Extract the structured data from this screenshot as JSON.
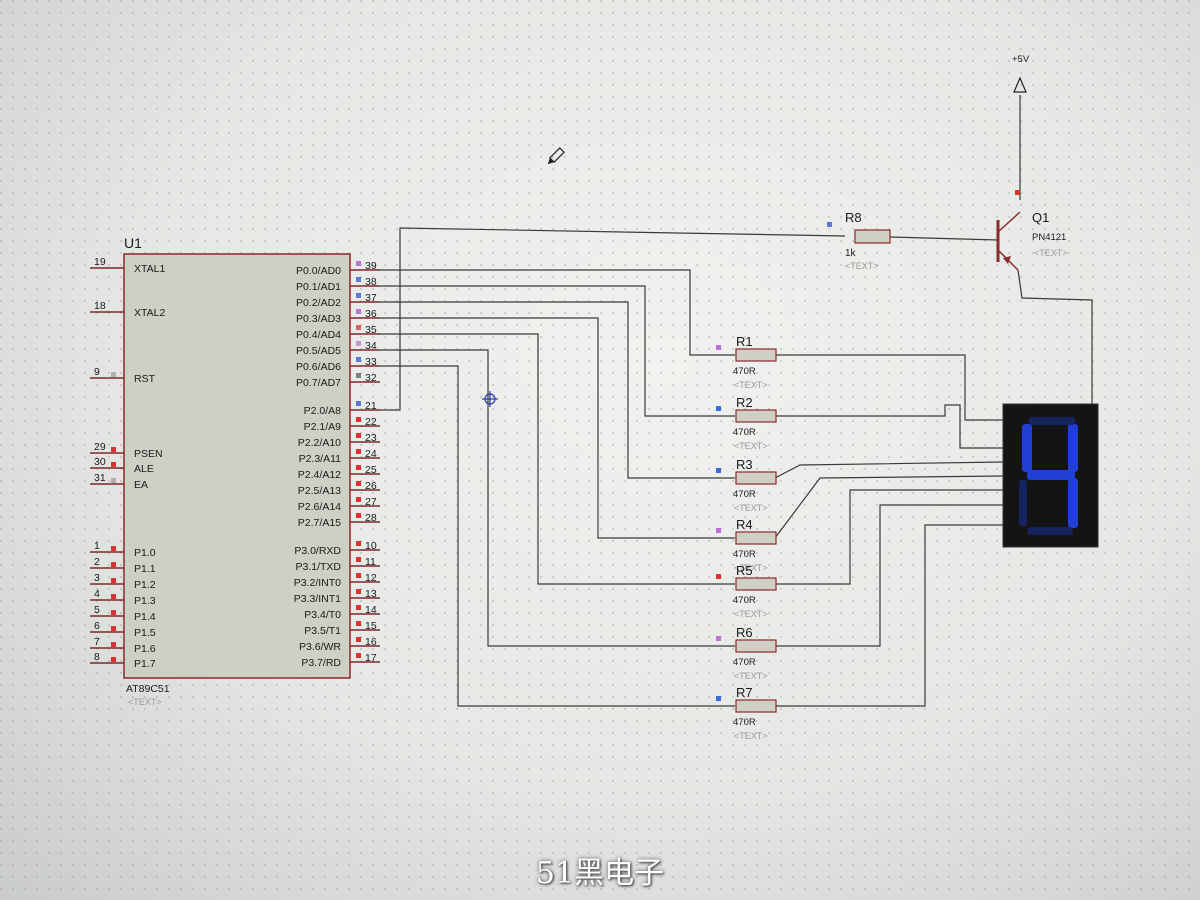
{
  "u1": {
    "ref": "U1",
    "part": "AT89C51",
    "text": "<TEXT>",
    "left_pins": [
      {
        "num": "19",
        "name": "XTAL1",
        "marker": ""
      },
      {
        "num": "18",
        "name": "XTAL2",
        "marker": ""
      },
      {
        "num": "9",
        "name": "RST",
        "marker": "#b0b0b0"
      },
      {
        "num": "29",
        "name": "PSEN",
        "marker": "#e03030"
      },
      {
        "num": "30",
        "name": "ALE",
        "marker": "#e03030"
      },
      {
        "num": "31",
        "name": "EA",
        "marker": "#b0b0b0"
      },
      {
        "num": "1",
        "name": "P1.0",
        "marker": "#e03030"
      },
      {
        "num": "2",
        "name": "P1.1",
        "marker": "#e03030"
      },
      {
        "num": "3",
        "name": "P1.2",
        "marker": "#e03030"
      },
      {
        "num": "4",
        "name": "P1.3",
        "marker": "#e03030"
      },
      {
        "num": "5",
        "name": "P1.4",
        "marker": "#e03030"
      },
      {
        "num": "6",
        "name": "P1.5",
        "marker": "#e03030"
      },
      {
        "num": "7",
        "name": "P1.6",
        "marker": "#e03030"
      },
      {
        "num": "8",
        "name": "P1.7",
        "marker": "#e03030"
      }
    ],
    "right_pins": [
      {
        "num": "39",
        "name": "P0.0/AD0",
        "marker": "#c070d8"
      },
      {
        "num": "38",
        "name": "P0.1/AD1",
        "marker": "#5a7ad8"
      },
      {
        "num": "37",
        "name": "P0.2/AD2",
        "marker": "#5a7ad8"
      },
      {
        "num": "36",
        "name": "P0.3/AD3",
        "marker": "#c070d8"
      },
      {
        "num": "35",
        "name": "P0.4/AD4",
        "marker": "#e06060"
      },
      {
        "num": "34",
        "name": "P0.5/AD5",
        "marker": "#d090d8"
      },
      {
        "num": "33",
        "name": "P0.6/AD6",
        "marker": "#5a7ad8"
      },
      {
        "num": "32",
        "name": "P0.7/AD7",
        "marker": "#808080"
      },
      {
        "num": "21",
        "name": "P2.0/A8",
        "marker": "#5a7ad8"
      },
      {
        "num": "22",
        "name": "P2.1/A9",
        "marker": "#e03030"
      },
      {
        "num": "23",
        "name": "P2.2/A10",
        "marker": "#e03030"
      },
      {
        "num": "24",
        "name": "P2.3/A11",
        "marker": "#e03030"
      },
      {
        "num": "25",
        "name": "P2.4/A12",
        "marker": "#e03030"
      },
      {
        "num": "26",
        "name": "P2.5/A13",
        "marker": "#e03030"
      },
      {
        "num": "27",
        "name": "P2.6/A14",
        "marker": "#e03030"
      },
      {
        "num": "28",
        "name": "P2.7/A15",
        "marker": "#e03030"
      },
      {
        "num": "10",
        "name": "P3.0/RXD",
        "marker": "#e03030"
      },
      {
        "num": "11",
        "name": "P3.1/TXD",
        "marker": "#e03030"
      },
      {
        "num": "12",
        "name": "P3.2/INT0",
        "marker": "#e03030"
      },
      {
        "num": "13",
        "name": "P3.3/INT1",
        "marker": "#e03030"
      },
      {
        "num": "14",
        "name": "P3.4/T0",
        "marker": "#e03030"
      },
      {
        "num": "15",
        "name": "P3.5/T1",
        "marker": "#e03030"
      },
      {
        "num": "16",
        "name": "P3.6/WR",
        "marker": "#e03030"
      },
      {
        "num": "17",
        "name": "P3.7/RD",
        "marker": "#e03030"
      }
    ]
  },
  "resistors": [
    {
      "ref": "R1",
      "value": "470R",
      "text": "<TEXT>",
      "marker": "#c070d8"
    },
    {
      "ref": "R2",
      "value": "470R",
      "text": "<TEXT>",
      "marker": "#3a6ae0"
    },
    {
      "ref": "R3",
      "value": "470R",
      "text": "<TEXT>",
      "marker": "#3a6ae0"
    },
    {
      "ref": "R4",
      "value": "470R",
      "text": "<TEXT>",
      "marker": "#c070d8"
    },
    {
      "ref": "R5",
      "value": "470R",
      "text": "<TEXT>",
      "marker": "#e03030"
    },
    {
      "ref": "R6",
      "value": "470R",
      "text": "<TEXT>",
      "marker": "#c070d8"
    },
    {
      "ref": "R7",
      "value": "470R",
      "text": "<TEXT>",
      "marker": "#3a6ae0"
    }
  ],
  "r8": {
    "ref": "R8",
    "value": "1k",
    "text": "<TEXT>"
  },
  "q1": {
    "ref": "Q1",
    "part": "PN4121",
    "text": "<TEXT>"
  },
  "power": {
    "label": "+5V"
  },
  "display": {
    "digit": "4",
    "lit_color": "#1f3fd6"
  },
  "watermark": "51黑电子"
}
